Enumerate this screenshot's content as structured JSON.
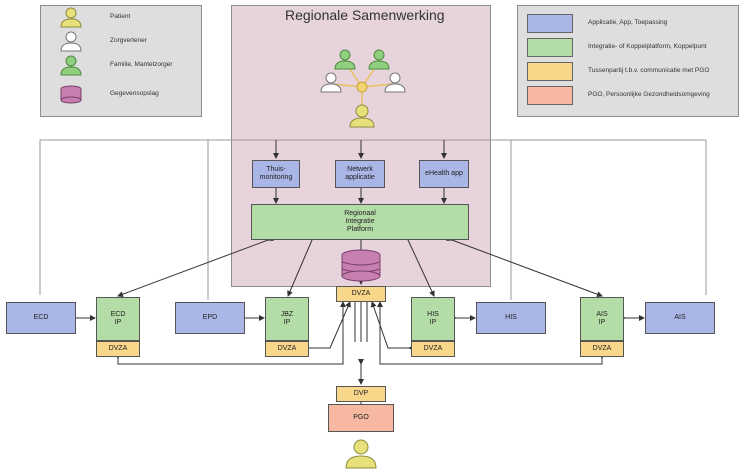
{
  "title": "Regionale Samenwerking",
  "legend_left": [
    {
      "label": "Patient",
      "icon": "patient-icon",
      "color": "#e8e07a"
    },
    {
      "label": "Zorgverlener",
      "icon": "care-provider-icon",
      "color": "#ffffff"
    },
    {
      "label": "Familie, Mantelzorger",
      "icon": "family-icon",
      "color": "#8fcf7f"
    },
    {
      "label": "Gegevensopslag",
      "icon": "database-icon",
      "color": "#c77fb0"
    }
  ],
  "legend_right": [
    {
      "label": "Applicatie, App, Toepassing",
      "color": "#a9b6e6"
    },
    {
      "label": "Integratie- of Koppelplatform, Koppelpunt",
      "color": "#b4dca6"
    },
    {
      "label": "Tussenpartij t.b.v. communicatie met PGO",
      "color": "#f8d68a"
    },
    {
      "label": "PGO, Persoonlijke Gezondheidsomgeving",
      "color": "#f6b8a0"
    }
  ],
  "apps": {
    "thuismonitoring": "Thuis-\nmonitoring",
    "netwerk": "Netwerk\napplicatie",
    "ehealth": "eHealth app"
  },
  "platform": "Regionaal\nIntegratie\nPlatform",
  "dvza_center": "DVZA",
  "systems": {
    "ecd": "ECD",
    "ecd_ip": "ECD\nIP",
    "ecd_dvza": "DVZA",
    "epd": "EPD",
    "jbz_ip": "JBZ\nIP",
    "jbz_dvza": "DVZA",
    "his_ip": "HIS\nIP",
    "his_dvza": "DVZA",
    "his": "HIS",
    "ais_ip": "AIS\nIP",
    "ais_dvza": "DVZA",
    "ais": "AIS"
  },
  "dvp": "DVP",
  "pgo": "PGO"
}
